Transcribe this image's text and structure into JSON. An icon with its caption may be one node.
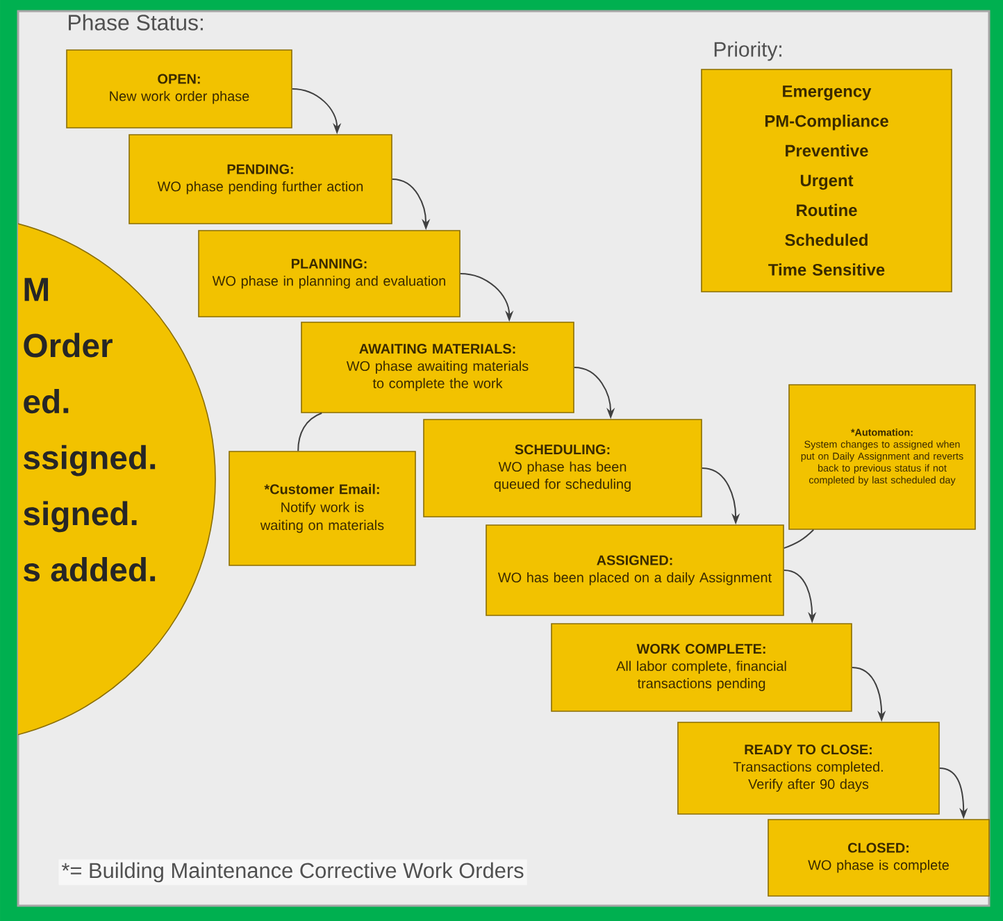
{
  "diagram": {
    "title": "Phase Status:",
    "nodes": [
      {
        "text": [
          "OPEN:",
          "New work order phase"
        ]
      },
      {
        "text": [
          "PENDING:",
          "WO phase pending further action"
        ]
      },
      {
        "text": [
          "PLANNING:",
          "WO phase in planning and evaluation"
        ]
      },
      {
        "text": [
          "AWAITING MATERIALS:",
          "WO phase awaiting materials to complete the work"
        ]
      },
      {
        "text": [
          "*Customer Email:",
          "Notify work is waiting on materials"
        ]
      },
      {
        "text": [
          "SCHEDULING:",
          "WO phase has been queued for scheduling"
        ]
      },
      {
        "text": [
          "*Automation:",
          "System changes to assigned when put on Daily Assignment and reverts back to previous status if not completed by last scheduled day"
        ]
      },
      {
        "text": [
          "ASSIGNED:",
          "WO has been placed on a daily Assignment"
        ]
      },
      {
        "text": [
          "WORK COMPLETE:",
          "All labor complete, financial transactions pending"
        ]
      },
      {
        "text": [
          "READY TO CLOSE:",
          "Transactions completed. Verify after 90 days"
        ]
      },
      {
        "text": [
          "CLOSED:",
          "WO phase is complete"
        ]
      },
      {
        "text": [
          "Priority:",
          "Emergency",
          "PM-Compliance",
          "Preventive",
          "Urgent",
          "Routine",
          "Scheduled",
          "Time Sensitive"
        ]
      },
      {
        "text": [
          "M",
          "Order",
          "ed.",
          "ssigned.",
          "signed.",
          "s added."
        ]
      }
    ],
    "edges": [
      {
        "from": 0,
        "to": 1,
        "arrow": "to"
      },
      {
        "from": 1,
        "to": 2,
        "arrow": "to"
      },
      {
        "from": 2,
        "to": 3,
        "arrow": "to"
      },
      {
        "from": 3,
        "to": 5,
        "arrow": "to"
      },
      {
        "from": 5,
        "to": 7,
        "arrow": "to"
      },
      {
        "from": 7,
        "to": 8,
        "arrow": "to"
      },
      {
        "from": 8,
        "to": 9,
        "arrow": "to"
      },
      {
        "from": 9,
        "to": 10,
        "arrow": "to"
      },
      {
        "from": 3,
        "to": 4,
        "arrow": "none"
      },
      {
        "from": 6,
        "to": 7,
        "arrow": "none"
      }
    ],
    "labels": [
      "*= Building Maintenance Corrective Work Orders"
    ]
  }
}
